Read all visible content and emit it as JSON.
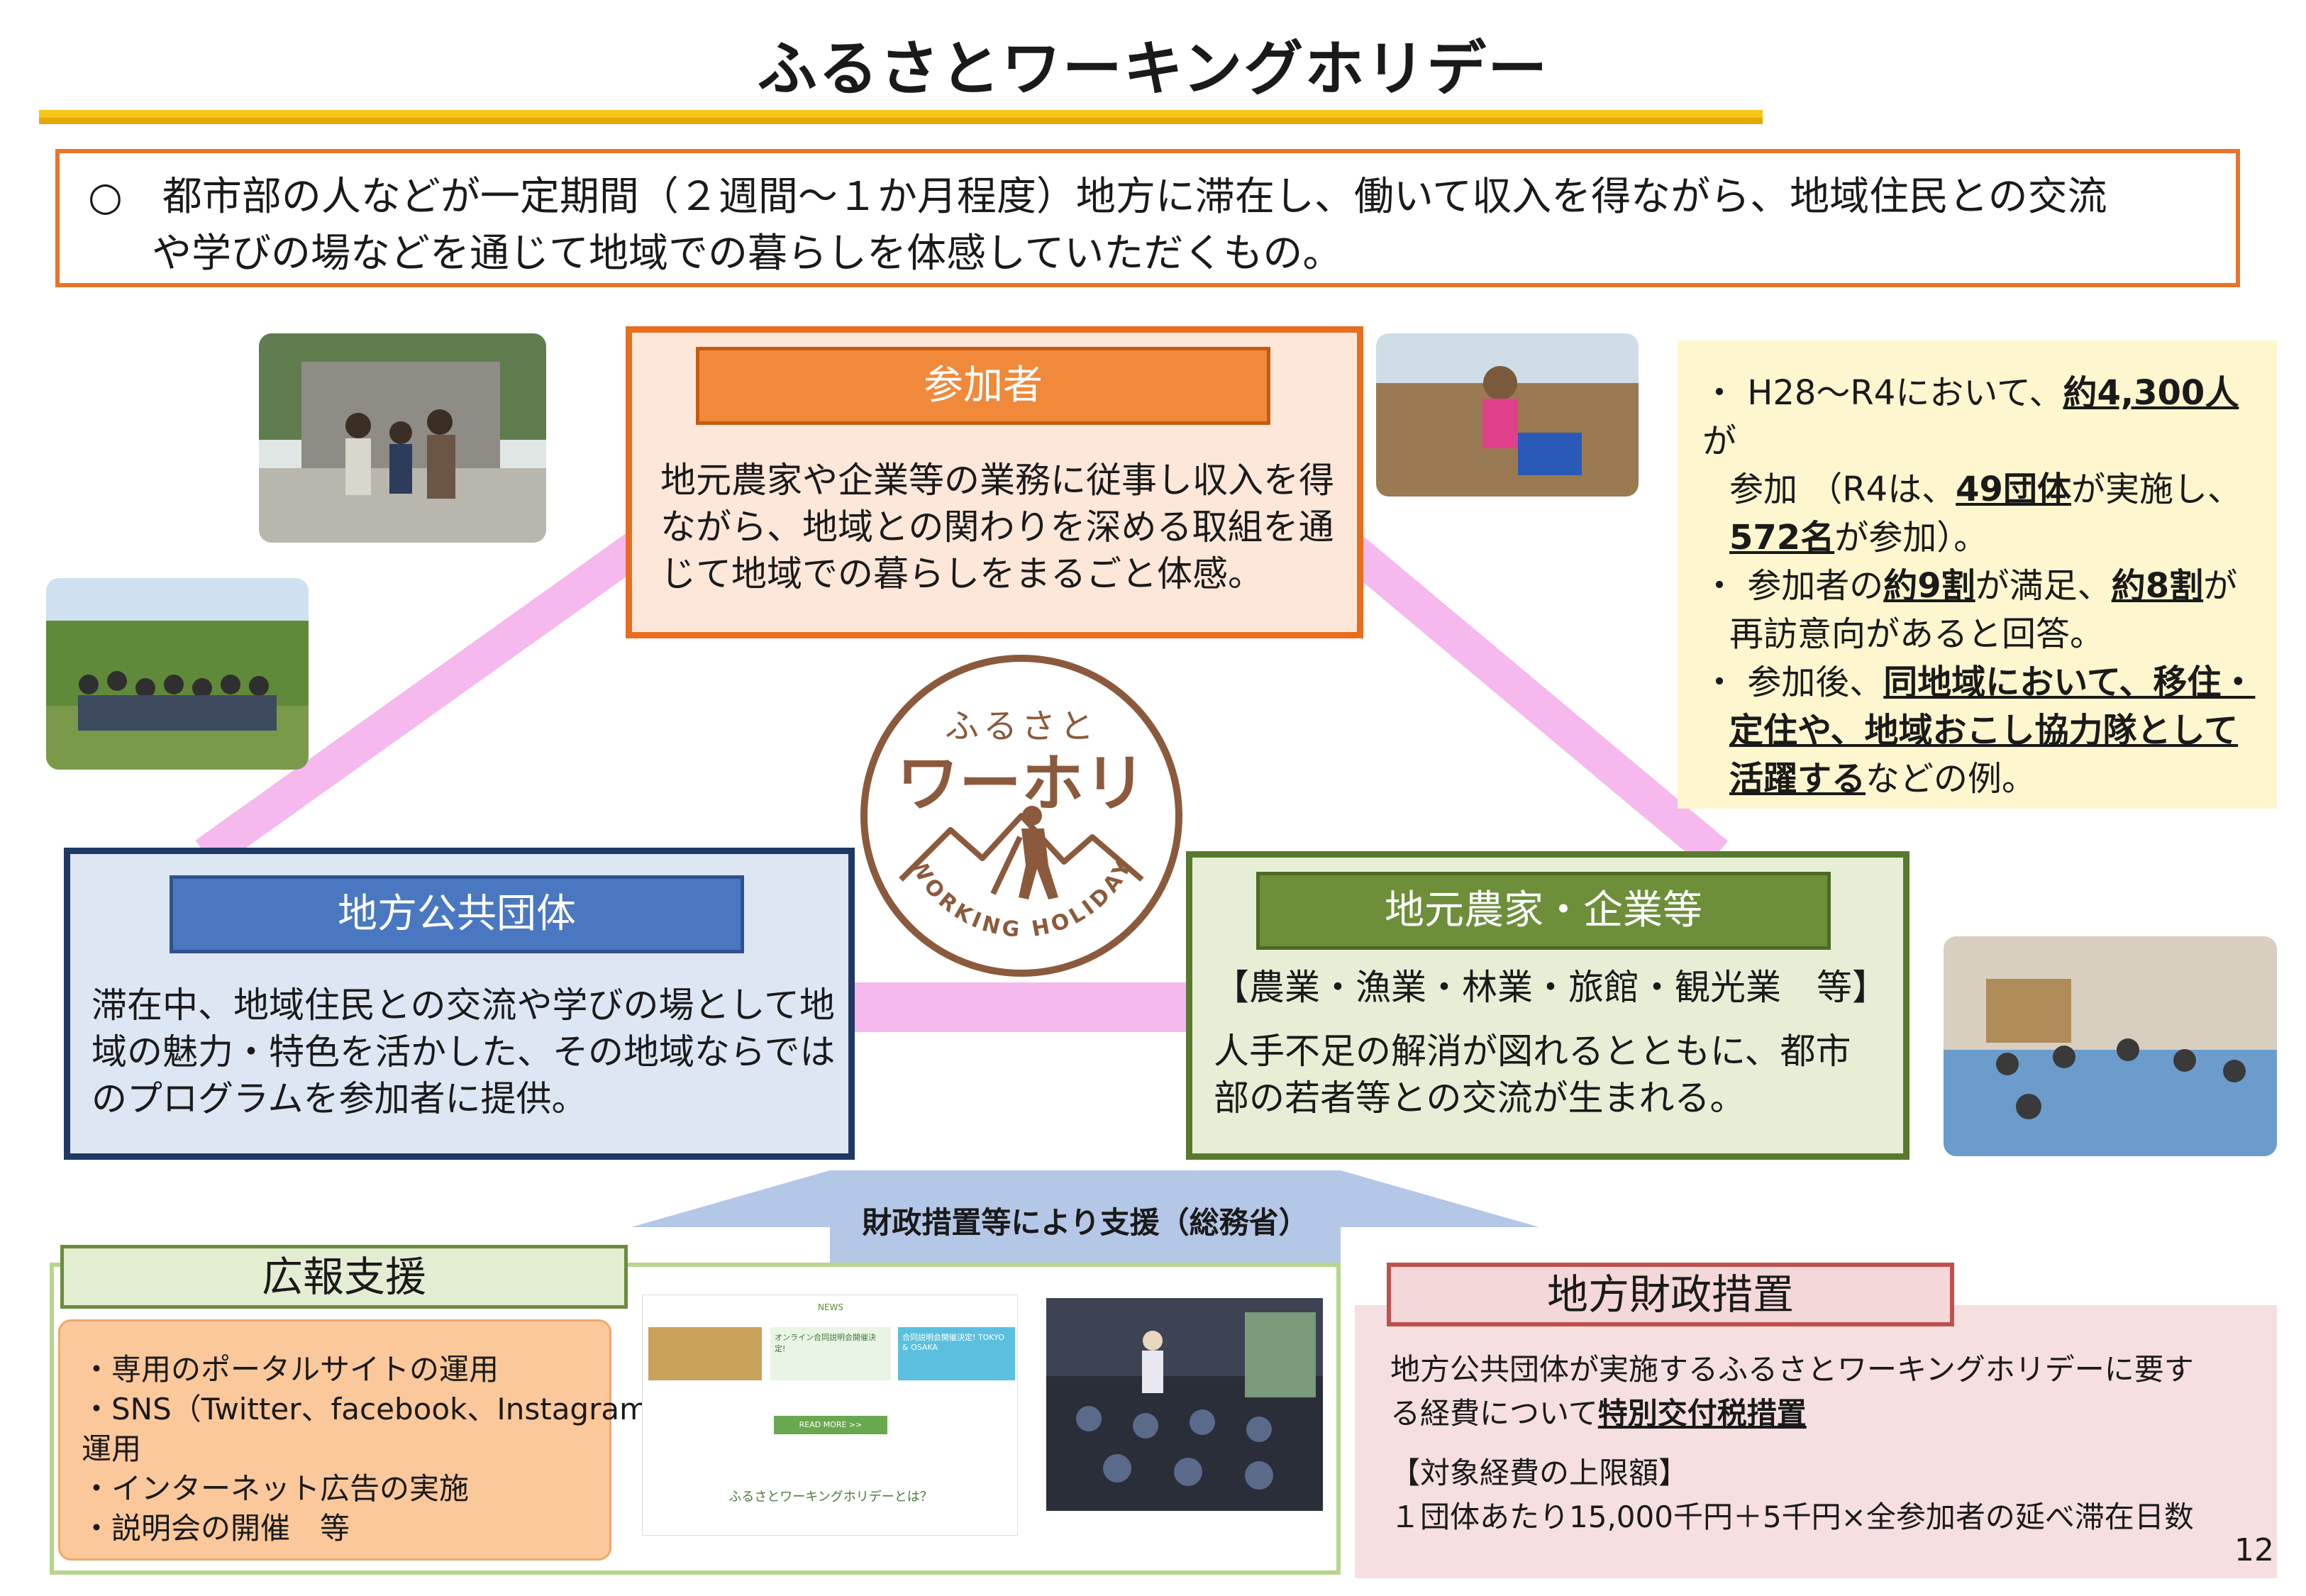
{
  "title": "ふるさとワーキングホリデー",
  "intro": {
    "line1": "○　都市部の人などが一定期間（２週間～１か月程度）地方に滞在し、働いて収入を得ながら、地域住民との交流",
    "line2": "や学びの場などを通じて地域での暮らしを体感していただくもの。"
  },
  "participants": {
    "header": "参加者",
    "body": "地元農家や企業等の業務に従事し収入を得ながら、地域との関わりを深める取組を通じて地域での暮らしをまるごと体感。"
  },
  "local_gov": {
    "header": "地方公共団体",
    "body": "滞在中、地域住民との交流や学びの場として地域の魅力・特色を活かした、その地域ならではのプログラムを参加者に提供。"
  },
  "farmers": {
    "header": "地元農家・企業等",
    "categories": "【農業・漁業・林業・旅館・観光業　等】",
    "body": "人手不足の解消が図れるとともに、都市部の若者等との交流が生まれる。"
  },
  "logo": {
    "top": "ふるさと",
    "main": "ワーホリ",
    "ring": "WORKING HOLIDAY"
  },
  "facts": {
    "f1_a": "・ H28～R4において、",
    "f1_b": "約4,300人",
    "f1_c": "が",
    "f1_d": "参加 （R4は、",
    "f1_e": "49団体",
    "f1_f": "が実施し、",
    "f1_g": "572名",
    "f1_h": "が参加）。",
    "f2_a": "・ 参加者の",
    "f2_b": "約9割",
    "f2_c": "が満足、",
    "f2_d": "約8割",
    "f2_e": "が",
    "f2_f": "再訪意向があると回答。",
    "f3_a": "・ 参加後、",
    "f3_b": "同地域において、移住・",
    "f3_c": "定住や、地域おこし協力隊として",
    "f3_d": "活躍する",
    "f3_e": "などの例。"
  },
  "support_arrow": "財政措置等により支援（総務省）",
  "pr": {
    "header": "広報支援",
    "items": [
      "・専用のポータルサイトの運用",
      "・SNS（Twitter、facebook、Instagram）の",
      "運用",
      "・インターネット広告の実施",
      "・説明会の開催　等"
    ]
  },
  "portal": {
    "news_label": "NEWS",
    "card1": "オンライン合同説明会開催決定!",
    "card2": "合同説明会開催決定! TOKYO & OSAKA",
    "button": "READ MORE >>",
    "footer": "ふるさとワーキングホリデーとは？"
  },
  "fiscal": {
    "header": "地方財政措置",
    "line1": "地方公共団体が実施するふるさとワーキングホリデーに要す",
    "line2a": "る経費について",
    "line2b": "特別交付税措置",
    "line3": "【対象経費の上限額】",
    "line4": "１団体あたり15,000千円＋5千円×全参加者の延べ滞在日数"
  },
  "page_number": "12",
  "colors": {
    "orange": "#e86d1f",
    "navy": "#1f3864",
    "green": "#597a2d",
    "pink_band": "#f4b8ec",
    "logo_brown": "#8b5a3c",
    "accent_yellow": "#f5c518"
  }
}
